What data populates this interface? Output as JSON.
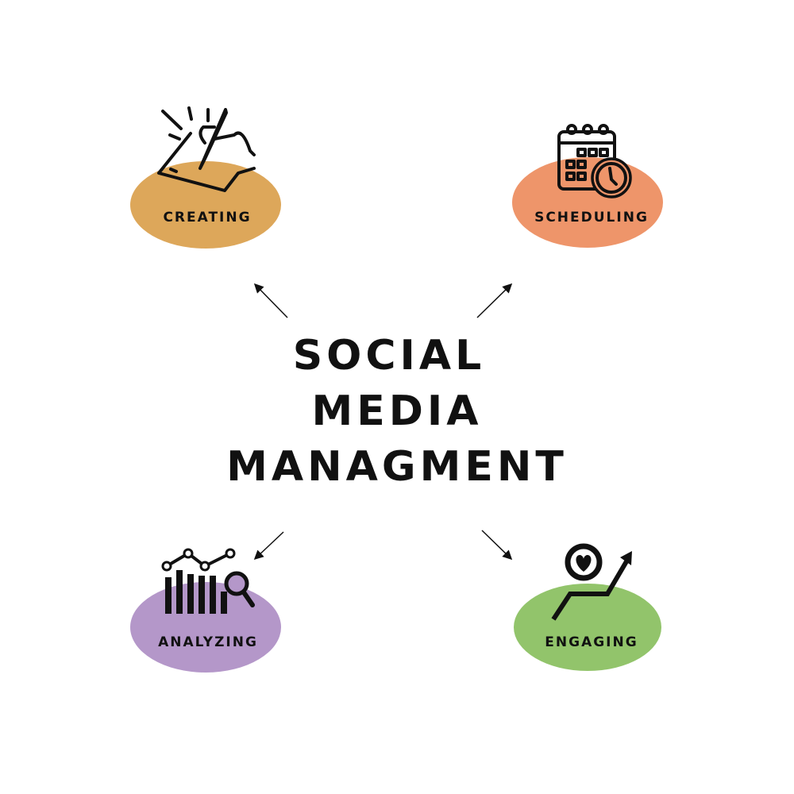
{
  "title": {
    "lines": [
      "SOCIAL",
      "MEDIA",
      "MANAGMENT"
    ]
  },
  "nodes": [
    {
      "label": "CREATING",
      "icon": "hand-writing-icon",
      "color": "#DDA75A"
    },
    {
      "label": "SCHEDULING",
      "icon": "calendar-clock-icon",
      "color": "#EE956A"
    },
    {
      "label": "ANALYZING",
      "icon": "chart-magnifier-icon",
      "color": "#B497C9"
    },
    {
      "label": "ENGAGING",
      "icon": "heart-growth-icon",
      "color": "#92C46B"
    }
  ]
}
